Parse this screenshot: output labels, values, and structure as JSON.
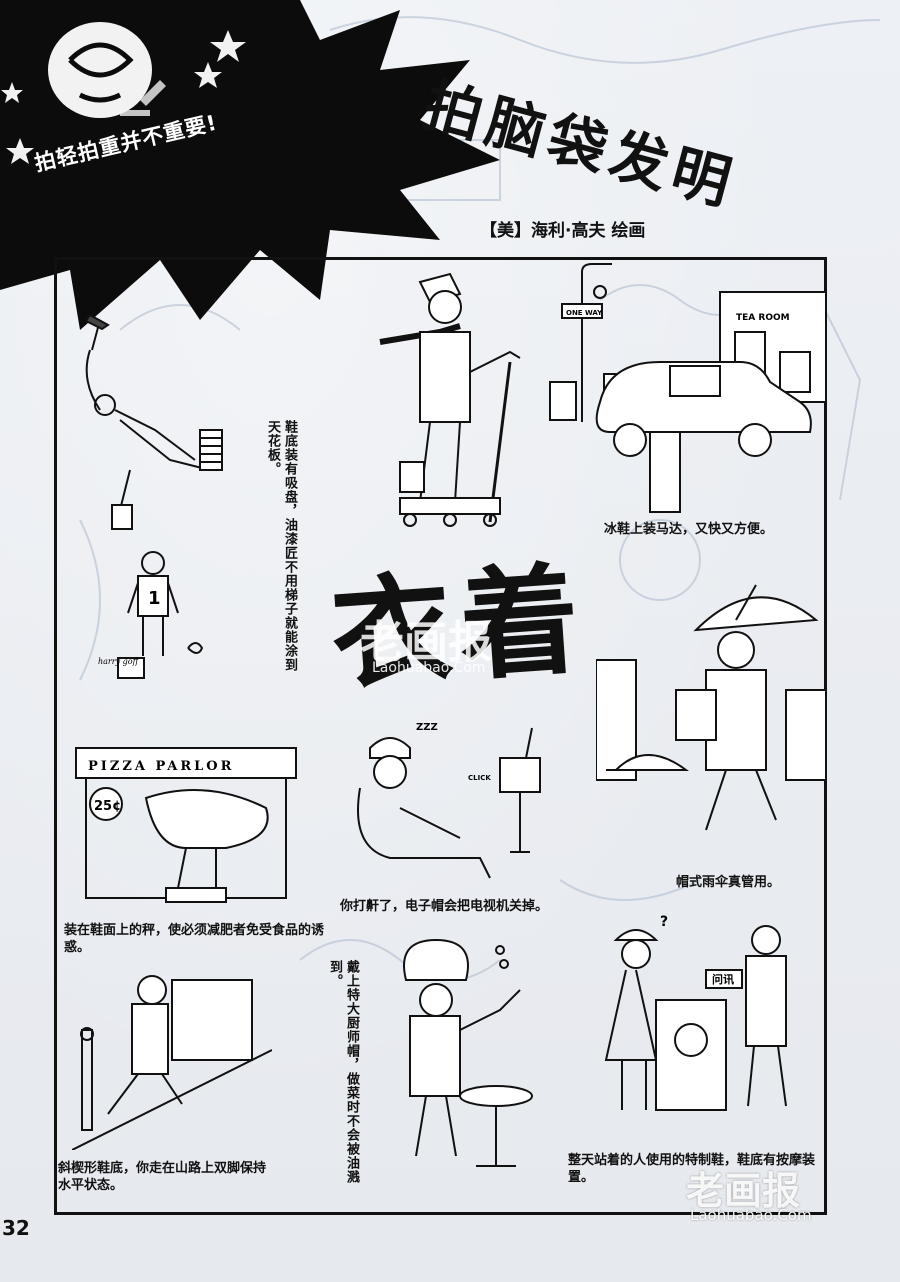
{
  "header": {
    "tagline": "拍轻拍重并不重要!",
    "title": "拍脑袋发明",
    "credit": "【美】海利·高夫 绘画"
  },
  "section": {
    "title": "衣着"
  },
  "captions": {
    "ceiling_painter": "鞋底装有吸盘，油漆匠不用梯子就能涂到天花板。",
    "motor_skates": "冰鞋上装马达，又快又方便。",
    "umbrella_hat": "帽式雨伞真管用。",
    "diet_scale": "装在鞋面上的秤，使必须减肥者免受食品的诱惑。",
    "tv_hat": "你打鼾了，电子帽会把电视机关掉。",
    "chef_hat": "戴上特大厨师帽，做菜时不会被油溅到。",
    "hill_shoes": "斜楔形鞋底，你走在山路上双脚保持水平状态。",
    "massage_shoes": "整天站着的人使用的特制鞋，鞋底有按摩装置。"
  },
  "signs": {
    "tea_room": "TEA ROOM",
    "one_way": "ONE WAY",
    "pizza_parlor": "PIZZA PARLOR",
    "price": "25¢",
    "click": "CLICK",
    "info_desk": "问讯",
    "snore": "ZZZ",
    "number": "1",
    "question": "?",
    "signature": "harry goff"
  },
  "watermark": {
    "brand": "老画报",
    "url": "Laohuabao.Com"
  },
  "page_number": "32"
}
